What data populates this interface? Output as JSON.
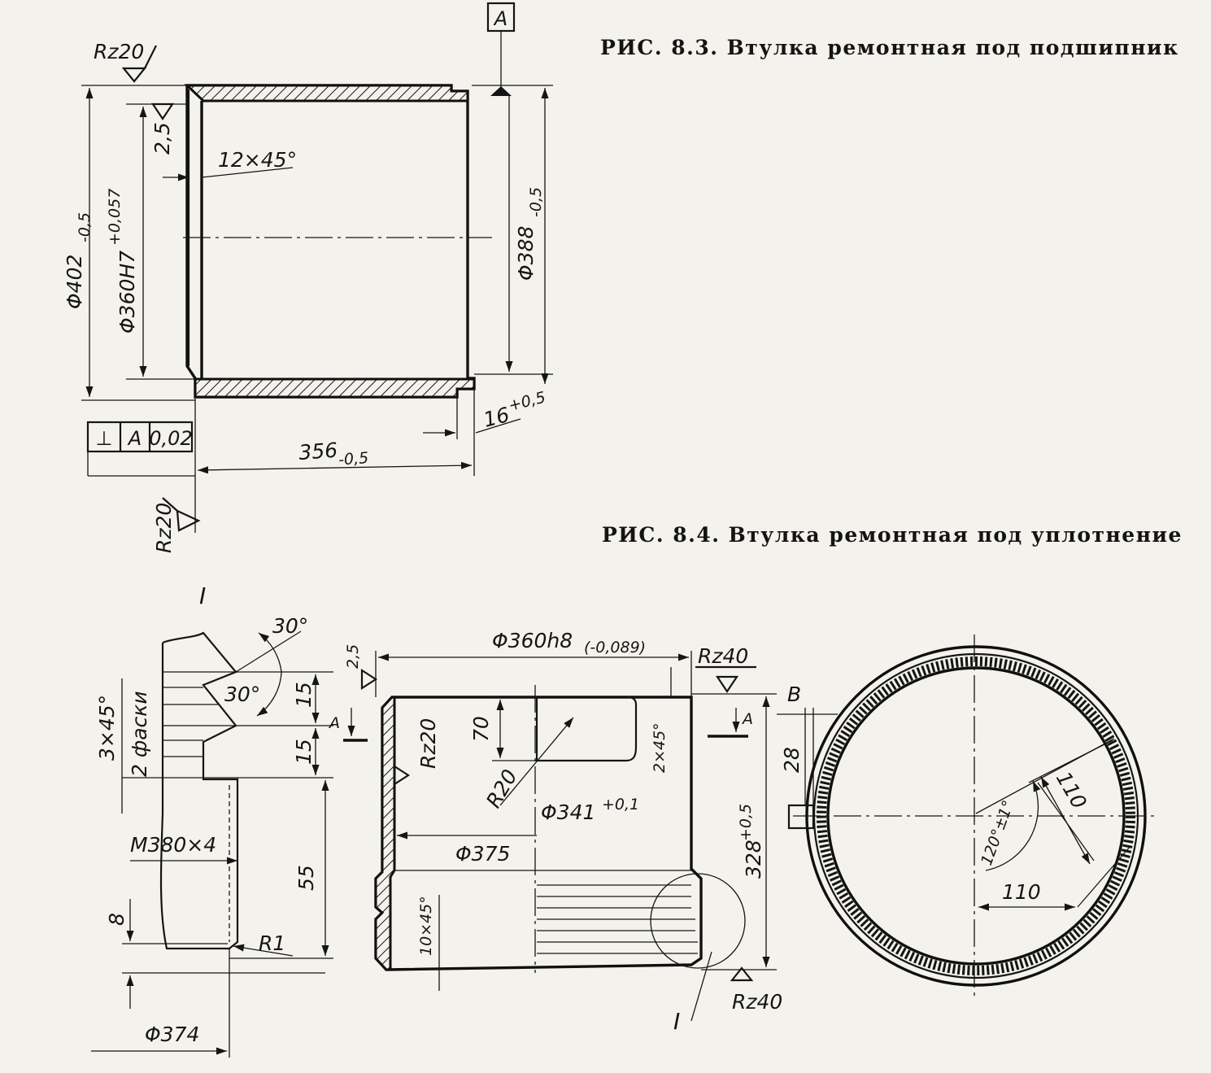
{
  "figure_8_3": {
    "caption": "РИС. 8.3. Втулка ремонтная под подшипник",
    "datum_box": "A",
    "roughness_top": "Rz20",
    "roughness_inner": "2,5",
    "chamfer": "12×45°",
    "dia_outer": "Φ402",
    "dia_outer_tol": "-0,5",
    "dia_inner": "Φ360H7",
    "dia_inner_tol": "+0,057",
    "dia_step": "Φ388",
    "dia_step_tol": "-0,5",
    "step_len": "16",
    "step_len_tol": "+0,5",
    "length": "356",
    "length_tol": "-0,5",
    "tolerance_frame": {
      "symbol": "⊥",
      "datum": "A",
      "value": "0,02"
    },
    "roughness_bottom": "Rz20"
  },
  "figure_8_4": {
    "caption": "РИС. 8.4. Втулка ремонтная под уплотнение",
    "detail_label": "I",
    "detail_label_bottom": "I",
    "angle_outer": "30°",
    "angle_inner": "30°",
    "dim_15_a": "15",
    "dim_15_b": "15",
    "dim_55": "55",
    "dim_8": "8",
    "chamfer_note": "3×45°",
    "chamfer_count": "2 фаски",
    "thread": "M380×4",
    "radius_r1": "R1",
    "dia_374": "Φ374",
    "roughness_25": "2,5",
    "section_a_left": "A",
    "section_a_right": "A",
    "dia_360h8": "Φ360h8",
    "dia_360h8_tol": "(-0,089)",
    "roughness_rz40_top": "Rz40",
    "roughness_rz20": "Rz20",
    "dim_70": "70",
    "radius_r20": "R20",
    "chamfer_2x45": "2×45°",
    "dia_341": "Φ341",
    "dia_341_tol": "+0,1",
    "dia_375": "Φ375",
    "chamfer_10x45": "10×45°",
    "length_328": "328",
    "length_328_tol": "+0,5",
    "roughness_rz40_bottom": "Rz40",
    "section_b": "B",
    "dim_28": "28",
    "dim_110_radial": "110",
    "angle_120": "120°±1°",
    "dim_110_horizontal": "110"
  }
}
